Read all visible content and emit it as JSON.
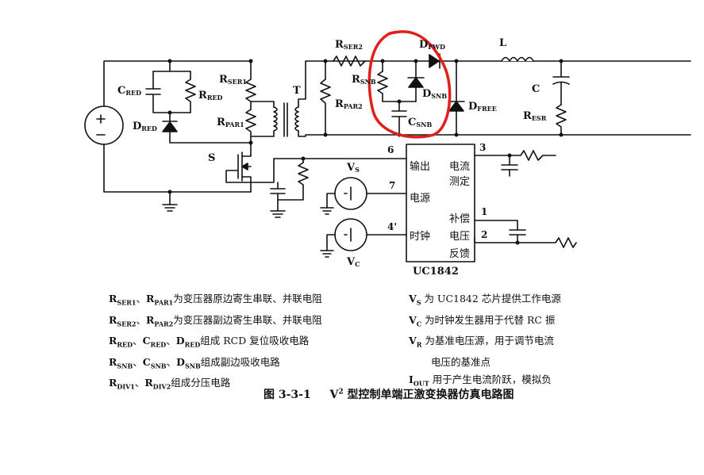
{
  "labels": {
    "r_ser1": {
      "main": "R",
      "sub": "SER1"
    },
    "r_red": {
      "main": "R",
      "sub": "RED"
    },
    "c_red": {
      "main": "C",
      "sub": "RED"
    },
    "d_red": {
      "main": "D",
      "sub": "RED"
    },
    "r_par1": {
      "main": "R",
      "sub": "PAR1"
    },
    "t": "T",
    "s": "S",
    "r_ser2": {
      "main": "R",
      "sub": "SER2"
    },
    "r_par2": {
      "main": "R",
      "sub": "PAR2"
    },
    "r_snb": {
      "main": "R",
      "sub": "SNB"
    },
    "d_snb": {
      "main": "D",
      "sub": "SNB"
    },
    "c_snb": {
      "main": "C",
      "sub": "SNB"
    },
    "d_fwd": {
      "main": "D",
      "sub": "FWD"
    },
    "d_free": {
      "main": "D",
      "sub": "FREE"
    },
    "l": "L",
    "c": "C",
    "r_esr": {
      "main": "R",
      "sub": "ESR"
    },
    "vs": {
      "main": "V",
      "sub": "S"
    },
    "vc": {
      "main": "V",
      "sub": "C"
    },
    "ic_name": "UC1842"
  },
  "ic_text": {
    "out": "输出",
    "cur1": "电流",
    "cur2": "测定",
    "power": "电源",
    "comp1": "补偿",
    "clock": "时钟",
    "comp2": "电压",
    "comp3": "反馈"
  },
  "pins": {
    "p6": "6",
    "p3": "3",
    "p7": "7",
    "p1": "1",
    "p4": "4'",
    "p2": "2"
  },
  "legend_left": [
    {
      "parts": [
        [
          "R",
          "SER1"
        ],
        [
          "R",
          "PAR1"
        ]
      ],
      "text": "为变压器原边寄生串联、并联电阻"
    },
    {
      "parts": [
        [
          "R",
          "SER2"
        ],
        [
          "R",
          "PAR2"
        ]
      ],
      "text": "为变压器副边寄生串联、并联电阻"
    },
    {
      "parts": [
        [
          "R",
          "RED"
        ],
        [
          "C",
          "RED"
        ],
        [
          "D",
          "RED"
        ]
      ],
      "text": "组成 RCD 复位吸收电路"
    },
    {
      "parts": [
        [
          "R",
          "SNB"
        ],
        [
          "C",
          "SNB"
        ],
        [
          "D",
          "SNB"
        ]
      ],
      "text": "组成副边吸收电路"
    },
    {
      "parts": [
        [
          "R",
          "DIV1"
        ],
        [
          "R",
          "DIV2"
        ]
      ],
      "text": "组成分压电路"
    }
  ],
  "legend_right": [
    {
      "sym": [
        "V",
        "S"
      ],
      "text": "为 UC1842 芯片提供工作电源"
    },
    {
      "sym": [
        "V",
        "C"
      ],
      "text": "为时钟发生器用于代替 RC 振"
    },
    {
      "sym": [
        "V",
        "R"
      ],
      "text": "为基准电压源，用于调节电流"
    },
    {
      "sym": null,
      "text": "电压的基准点"
    },
    {
      "sym": [
        "I",
        "OUT"
      ],
      "text": "用于产生电流阶跃，模拟负"
    }
  ],
  "caption": {
    "fig": "图 3-3-1",
    "v": "V",
    "sup": "2",
    "title": "型控制单端正激变换器仿真电路图"
  },
  "separator": "、",
  "highlight_color": "#e0201a"
}
